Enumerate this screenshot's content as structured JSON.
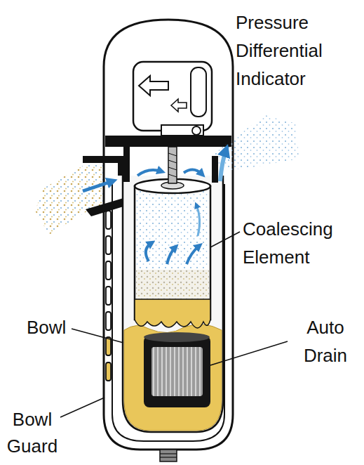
{
  "diagram": {
    "labels": [
      "Pressure Differential Indicator",
      "Coalescing Element",
      "Bowl",
      "Auto Drain",
      "Bowl Guard"
    ]
  }
}
